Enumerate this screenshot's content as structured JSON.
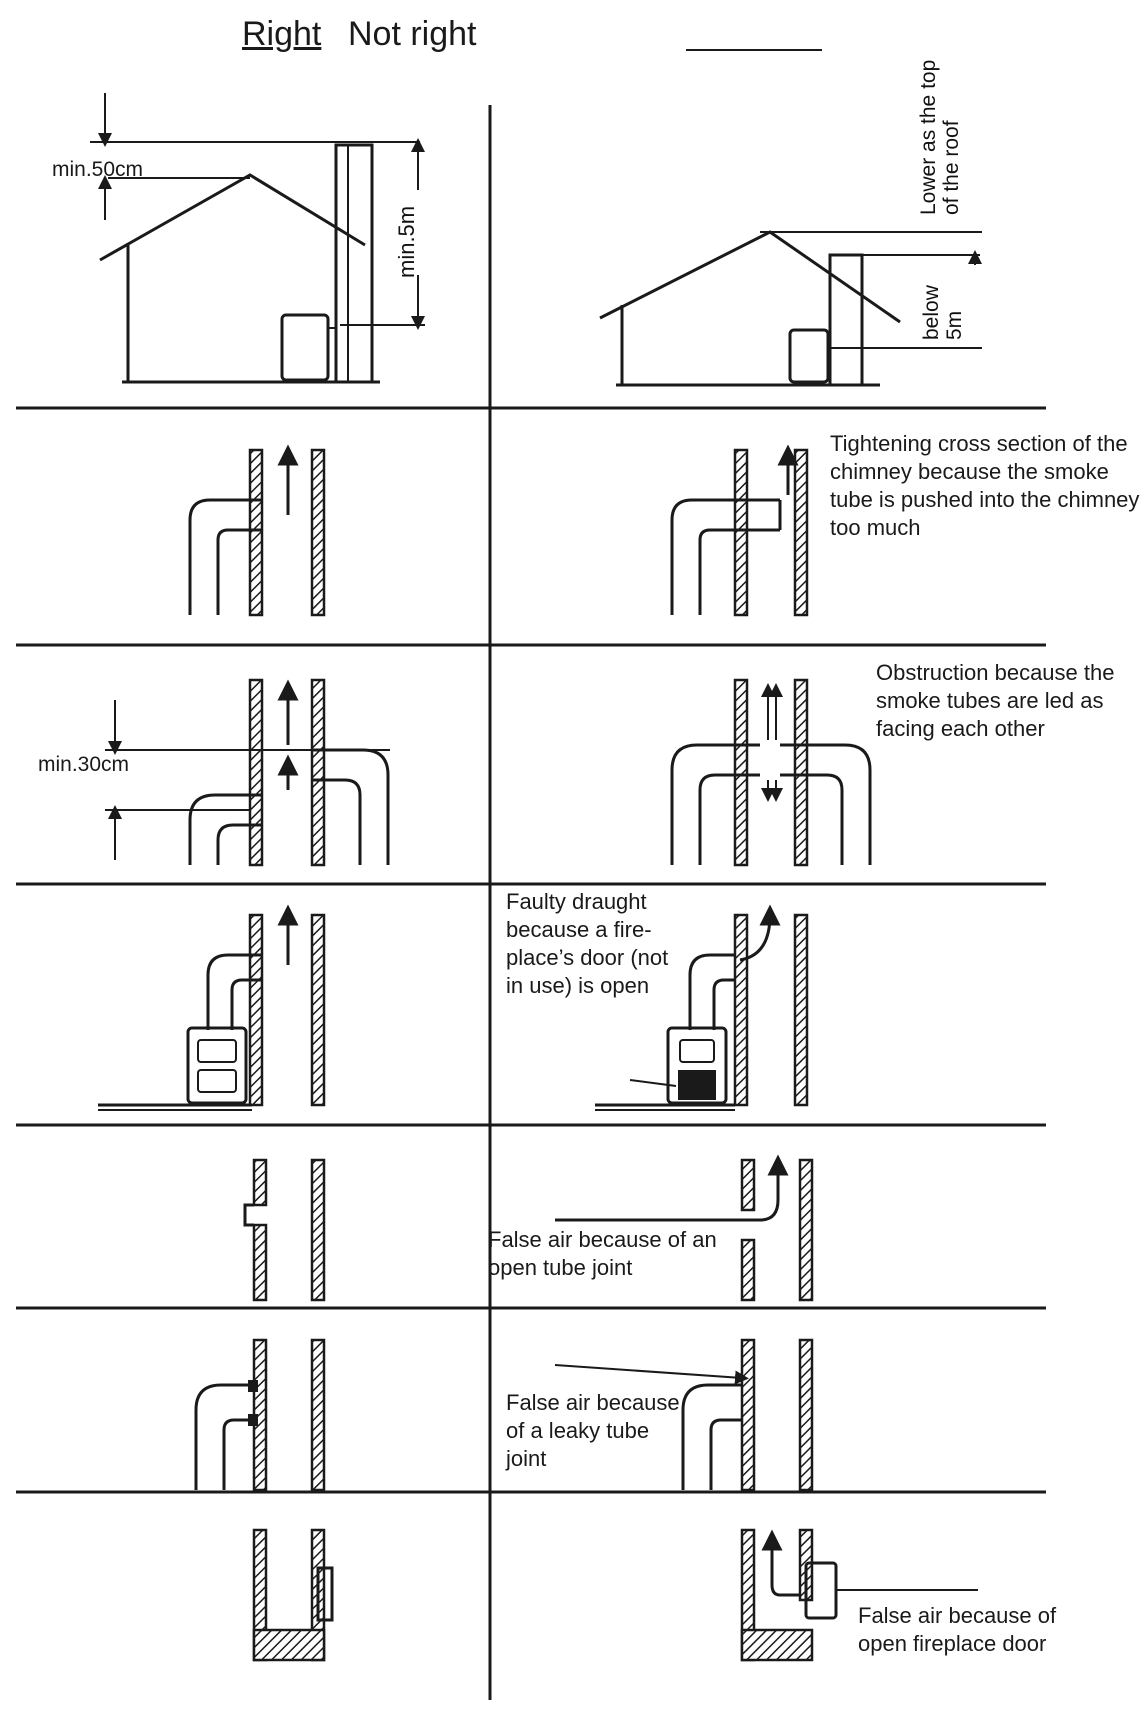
{
  "header": {
    "right_label": "Right",
    "not_right_label": "Not right"
  },
  "labels": {
    "min_50cm": "min.50cm",
    "min_5m": "min.5m",
    "lower_roof": "Lower as the top of the roof",
    "below_5m": "below 5m",
    "tightening": "Tightening cross section of the chimney because the smoke tube is pushed into the chimney too much",
    "obstruction": "Obstruction because the smoke tubes are led as facing each other",
    "min_30cm": "min.30cm",
    "faulty_draught": "Faulty draught because a fire-place’s door (not in use) is open",
    "false_air_open_joint": "False air because of an open tube joint",
    "false_air_leaky_joint": "False air because of a leaky tube joint",
    "false_air_fireplace": "False air because of open fireplace door"
  }
}
